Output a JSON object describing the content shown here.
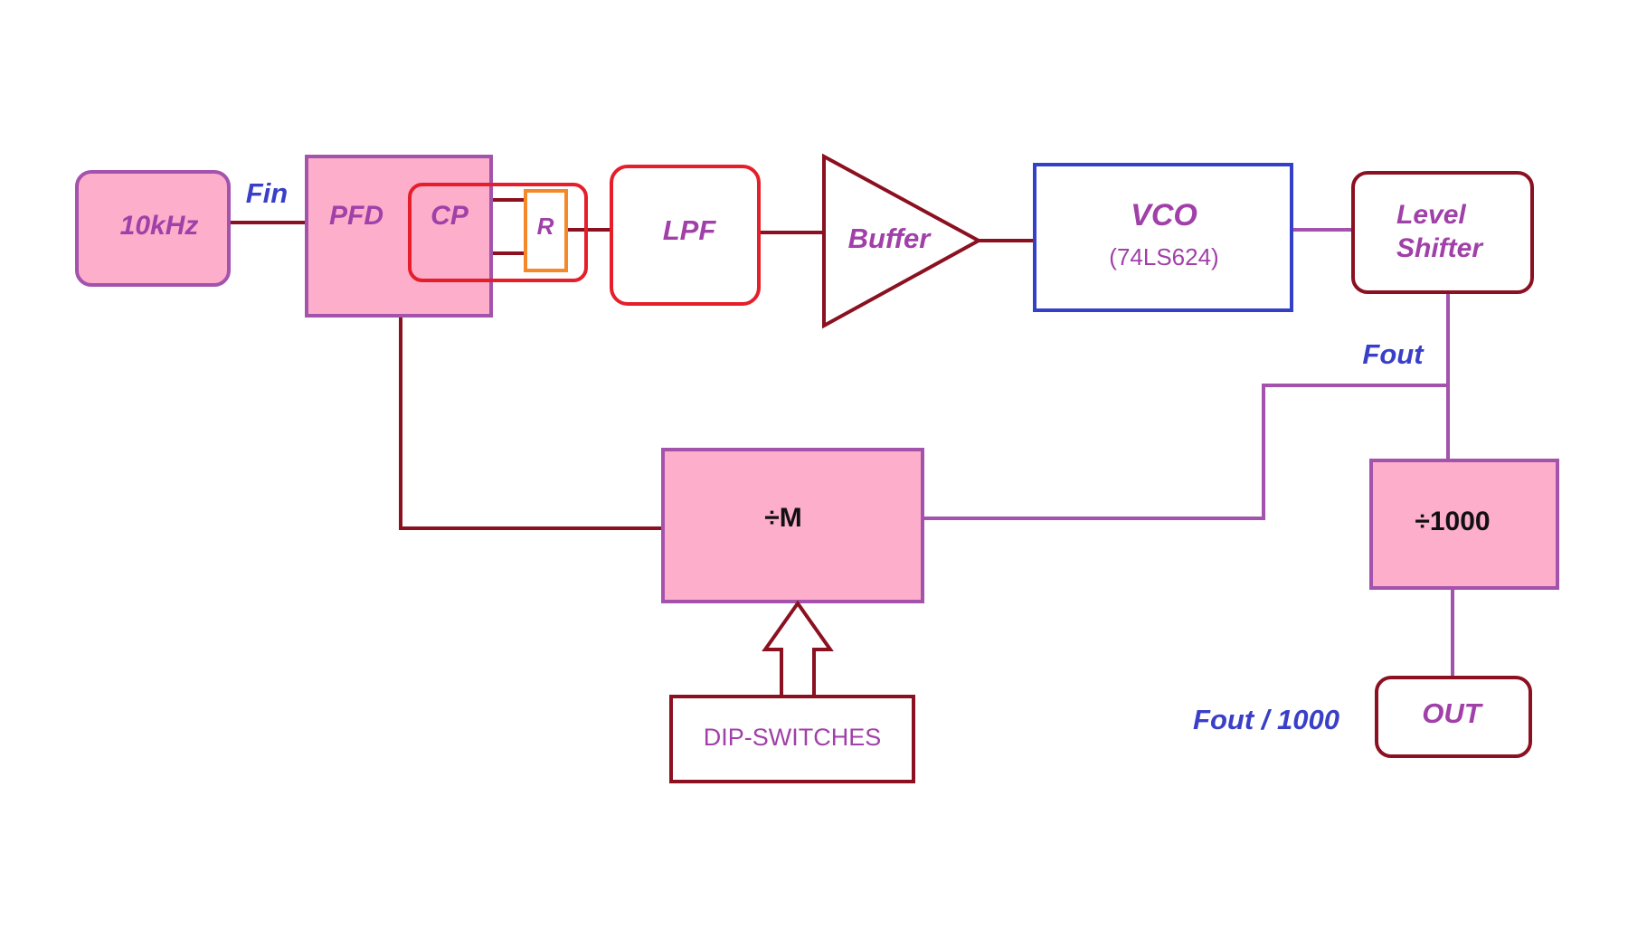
{
  "blocks": {
    "osc": "10kHz",
    "pfd": "PFD",
    "cp": "CP",
    "r": "R",
    "lpf": "LPF",
    "buffer": "Buffer",
    "vco": "VCO",
    "vco_part": "(74LS624)",
    "level_line1": "Level",
    "level_line2": "Shifter",
    "div_m": "÷M",
    "div_1000": "÷1000",
    "dip": "DIP-SWITCHES",
    "out": "OUT"
  },
  "signals": {
    "fin": "Fin",
    "fout": "Fout",
    "fout_div": "Fout / 1000"
  },
  "colors": {
    "block_fill": "#fcaecb",
    "purple": "#a453ac",
    "maroon": "#8b1020",
    "red": "#e51e2a",
    "orange": "#f5892a",
    "blue": "#3440c8",
    "label_purple": "#a040a8",
    "signal_blue": "#3a3fc8"
  }
}
